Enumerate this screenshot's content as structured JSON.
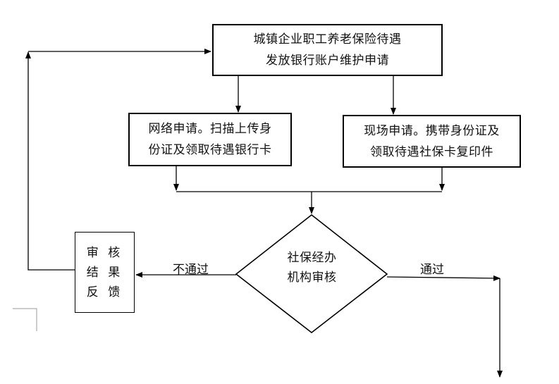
{
  "nodes": {
    "top": {
      "lines": [
        "城镇企业职工养老保险待遇",
        "发放银行账户维护申请"
      ]
    },
    "online": {
      "lines": [
        "网络申请。扫描上传身",
        "份证及领取待遇银行卡"
      ]
    },
    "onsite": {
      "lines": [
        "现场申请。携带身份证及",
        "领取待遇社保卡复印件"
      ]
    },
    "review": {
      "lines": [
        "社保经办",
        "机构审核"
      ]
    },
    "result": {
      "lines": [
        "审 核",
        "结 果",
        "反 馈"
      ]
    }
  },
  "edges": {
    "fail_label": "不通过",
    "pass_label": "通过"
  }
}
